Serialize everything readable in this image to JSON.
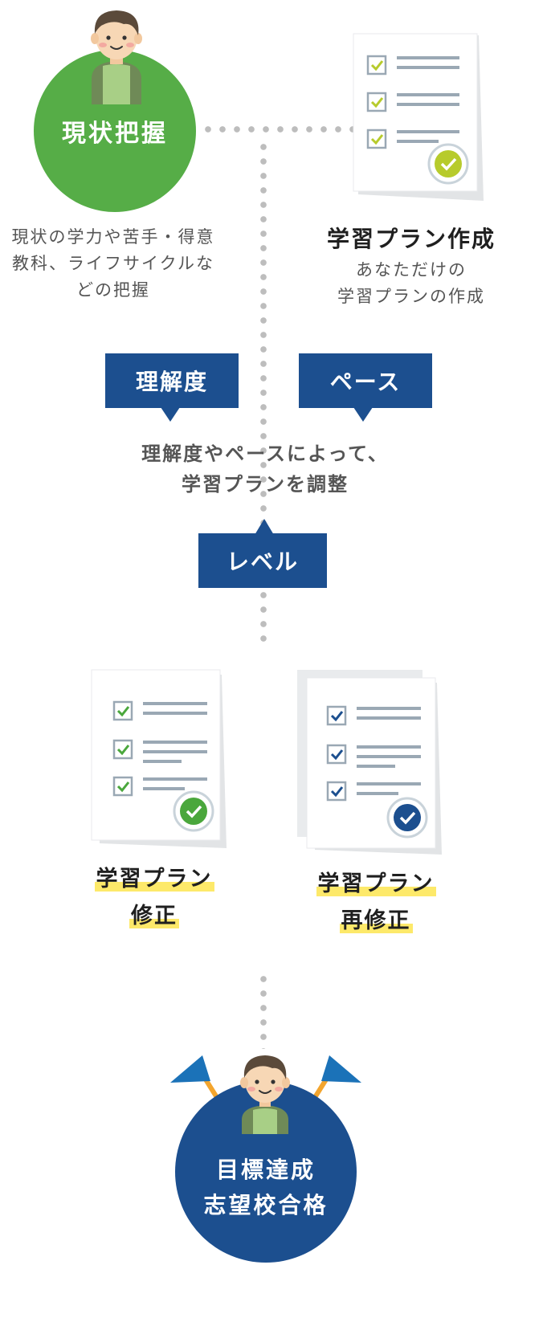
{
  "start": {
    "circle_label": "現状把握",
    "description": [
      "現状の学力や苦手・得意",
      "教科、ライフサイクルな",
      "どの把握"
    ]
  },
  "plan": {
    "title": "学習プラン作成",
    "description": [
      "あなただけの",
      "学習プランの作成"
    ]
  },
  "adjust": {
    "tags": [
      "理解度",
      "ペース",
      "レベル"
    ],
    "text": [
      "理解度やペースによって、",
      "学習プランを調整"
    ]
  },
  "revisions": [
    {
      "label": [
        "学習プラン",
        "修正"
      ],
      "check_color": "#4aa73c"
    },
    {
      "label": [
        "学習プラン",
        "再修正"
      ],
      "check_color": "#1c4f8f"
    }
  ],
  "goal": {
    "circle_label": [
      "目標達成",
      "志望校合格"
    ]
  },
  "colors": {
    "green": "#56ad47",
    "navy": "#1c4f8f",
    "check_lime": "#b7cb2c",
    "flag_blue": "#1b72b8",
    "highlight": "#fde96a"
  }
}
